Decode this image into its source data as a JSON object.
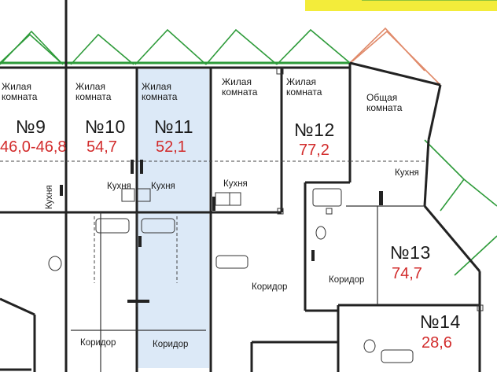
{
  "colors": {
    "wall": "#222222",
    "window": "#2e9b3a",
    "window_balcony": "#e08a6a",
    "highlight": "#dce9f7",
    "area_text": "#d22b2b",
    "banner": "#f3ec3a"
  },
  "apartments": [
    {
      "number": "№9",
      "area": "46,0-46,8",
      "room": "Жилая\nкомната"
    },
    {
      "number": "№10",
      "area": "54,7",
      "room": "Жилая\nкомната"
    },
    {
      "number": "№11",
      "area": "52,1",
      "room": "Жилая\nкомната"
    },
    {
      "number": "№12",
      "area": "77,2",
      "room": "Жилая\nкомната"
    },
    {
      "number": "№13",
      "area": "74,7",
      "room": "Общая комната"
    },
    {
      "number": "№14",
      "area": "28,6",
      "room": ""
    }
  ],
  "labels": {
    "living_room_a": "Жилая комната",
    "living_room_12": "Жилая комната",
    "kitchen_9": "Кухня",
    "kitchen_10": "Кухня",
    "kitchen_11": "Кухня",
    "kitchen_12": "Кухня",
    "kitchen_13": "Кухня",
    "corridor_10": "Коридор",
    "corridor_11": "Коридор",
    "corridor_12": "Коридор",
    "corridor_13": "Коридор"
  }
}
